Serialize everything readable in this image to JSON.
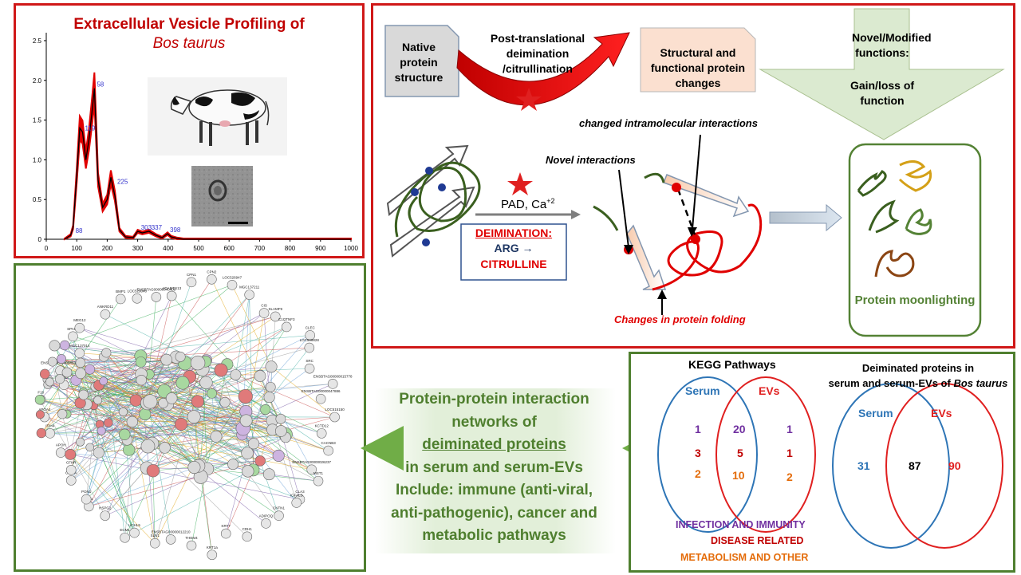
{
  "ev_panel": {
    "title_line1": "Extracellular Vesicle Profiling of",
    "title_line2": "Bos taurus",
    "chart_data": {
      "type": "line",
      "xlim": [
        0,
        1000
      ],
      "ylim": [
        0,
        2.6
      ],
      "x_ticks": [
        "0",
        "100",
        "200",
        "300",
        "400",
        "500",
        "600",
        "700",
        "800",
        "900",
        "1000"
      ],
      "y_ticks": [
        "0",
        "0.5",
        "1.0",
        "1.5",
        "2.0",
        "2.5"
      ],
      "peak_labels": [
        "58",
        "119",
        "225",
        "303",
        "337",
        "398",
        "88"
      ],
      "series": [
        {
          "x": [
            60,
            80,
            88,
            100,
            110,
            119,
            130,
            140,
            150,
            158,
            170,
            185,
            200,
            212,
            225,
            240,
            260,
            285,
            300,
            315,
            337,
            360,
            380,
            398,
            410,
            420,
            430,
            450,
            1000
          ],
          "y": [
            0,
            0.05,
            0.15,
            0.8,
            1.4,
            1.35,
            1.0,
            1.25,
            1.6,
            1.9,
            0.75,
            0.4,
            0.5,
            0.78,
            0.55,
            0.12,
            0.03,
            0.02,
            0.1,
            0.08,
            0.1,
            0.05,
            0.02,
            0.07,
            0.03,
            0.02,
            0.01,
            0,
            0
          ]
        }
      ]
    }
  },
  "deim_panel": {
    "native_label": "Native protein structure",
    "ptm_label": "Post-translational deimination /citrullination",
    "structural_label": "Structural and functional protein changes",
    "novel_functions": "Novel/Modified functions:",
    "gain_loss": "Gain/loss of function",
    "changed_intramolecular": "changed intramolecular interactions",
    "novel_interactions": "Novel interactions",
    "pad_ca": "PAD, Ca",
    "pad_sup": "+2",
    "deimination": "DEIMINATION:",
    "arg_arrow": "ARG →",
    "citrulline": "CITRULLINE",
    "changes_folding": "Changes in protein folding",
    "moonlighting": "Protein moonlighting"
  },
  "net_panel": {
    "node_labels": [
      "LOC515150",
      "KCTD12",
      "CACNB3",
      "ENSBTAG00000026237",
      "MST1",
      "CLA3",
      "IGFALS",
      "CNTN1",
      "ADIPOQ",
      "CDH1",
      "KRT7",
      "KRT1a",
      "THEM4",
      "ENSBTAG00000012210",
      "SLN1",
      "UCHL5",
      "ECM1",
      "HSPG2",
      "NID1",
      "PON1",
      "C4BPA",
      "CFHR",
      "APOH",
      "ITIH4",
      "APOA4",
      "F10",
      "HBB",
      "ENSBTAG00000046322",
      "MGC137014",
      "SPAG9",
      "MEG12",
      "ANKRD11",
      "BMP1",
      "LOC529040",
      "ENSBTAG00000040409",
      "ADAMTS13",
      "CPN1",
      "CPN2",
      "LOC526947",
      "MGC137211",
      "CIS",
      "SLAMF9",
      "C1QTNF3",
      "CLEC",
      "LOC509828",
      "SRC",
      "ENSBTAG00000015778",
      "ENSBTAG00000047886"
    ]
  },
  "ppi_text": {
    "line1": "Protein-protein interaction",
    "line2": "networks of",
    "line3": "deiminated proteins",
    "line4": "in serum and serum-EVs",
    "line5": "Include: immune (anti-viral,",
    "line6": "anti-pathogenic), cancer and",
    "line7": "metabolic pathways"
  },
  "kegg_panel": {
    "title": "KEGG Pathways",
    "serum": "Serum",
    "evs": "EVs",
    "counts": {
      "infection_left": "1",
      "infection_mid": "20",
      "infection_right": "1",
      "disease_left": "3",
      "disease_mid": "5",
      "disease_right": "1",
      "metab_left": "2",
      "metab_mid": "10",
      "metab_right": "2"
    },
    "legend_infection": "INFECTION AND IMMUNITY",
    "legend_disease": "DISEASE RELATED",
    "legend_metab": "METABOLISM AND OTHER",
    "colors": {
      "infection": "#7030a0",
      "disease": "#c00000",
      "metab": "#e46c0a",
      "serum": "#2e75b6",
      "evs": "#e02020"
    }
  },
  "deiminated_panel": {
    "title_line1": "Deiminated proteins in",
    "title_line2": "serum and serum-EVs of",
    "title_species": "Bos taurus",
    "serum": "Serum",
    "evs": "EVs",
    "left": "31",
    "mid": "87",
    "right": "90"
  }
}
